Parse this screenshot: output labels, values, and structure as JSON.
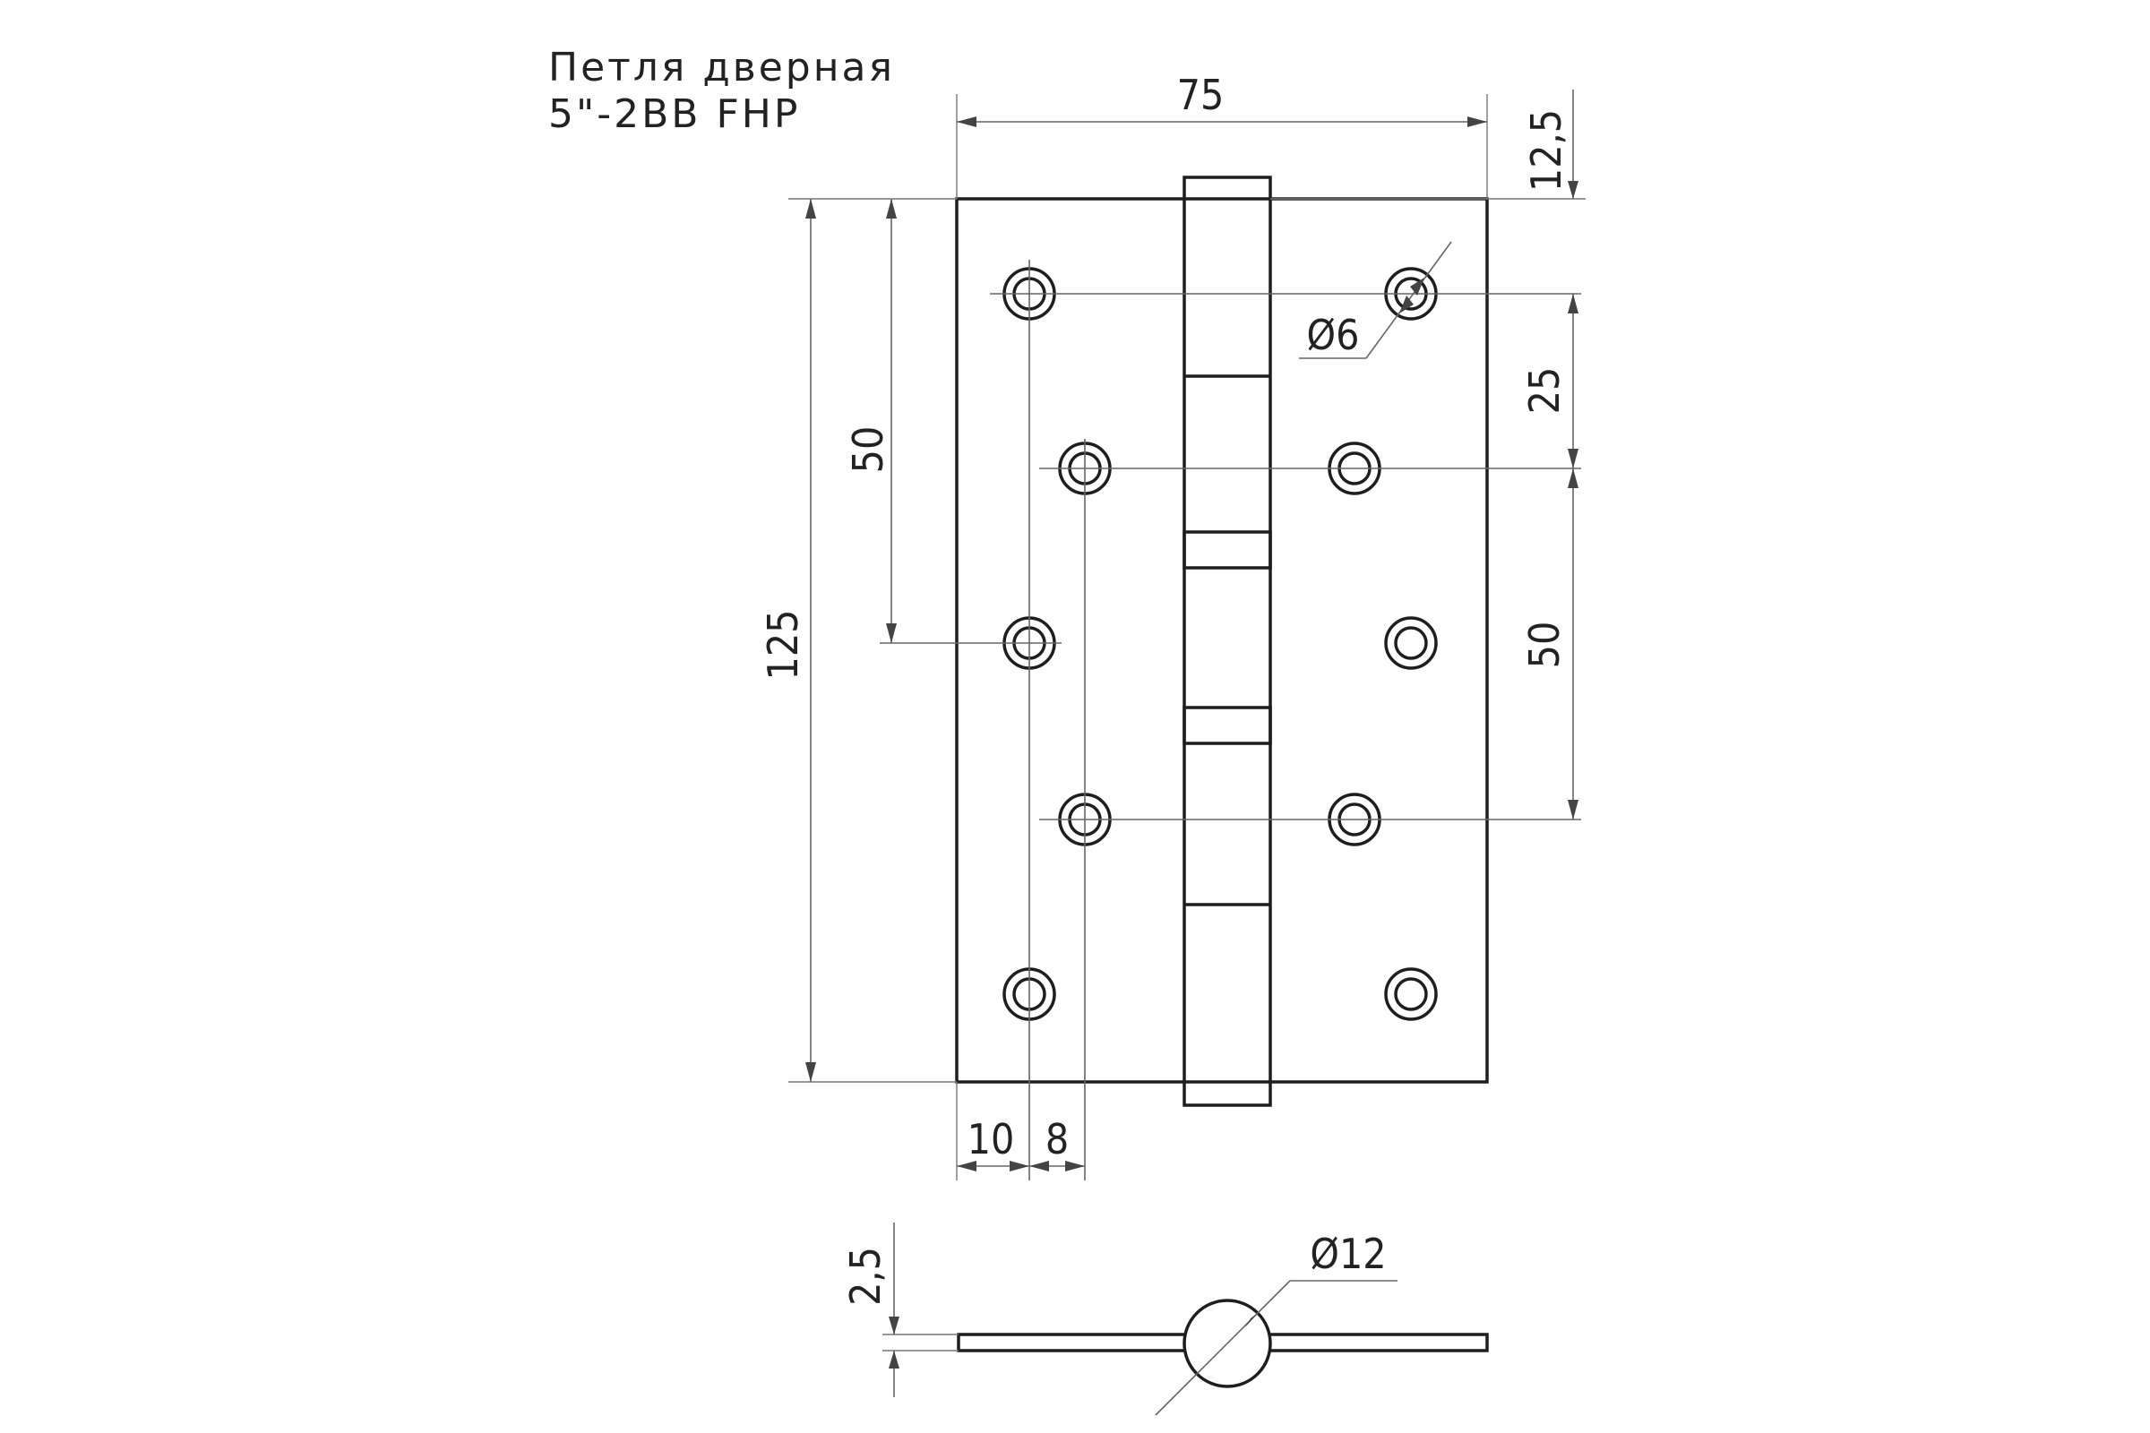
{
  "title": {
    "line1": "Петля  дверная",
    "line2": "5\"-2BB FHP"
  },
  "dimensions": {
    "width": "75",
    "height": "125",
    "top_offset": "12,5",
    "hole_diameter": "Ø6",
    "spacing_top": "25",
    "spacing_right": "50",
    "spacing_left": "50",
    "edge_offset": "10",
    "row_offset": "8",
    "thickness": "2,5",
    "knuckle_diameter": "Ø12"
  },
  "colors": {
    "line": "#1e1e1e",
    "dimension_line": "#666666",
    "text": "#222222"
  }
}
